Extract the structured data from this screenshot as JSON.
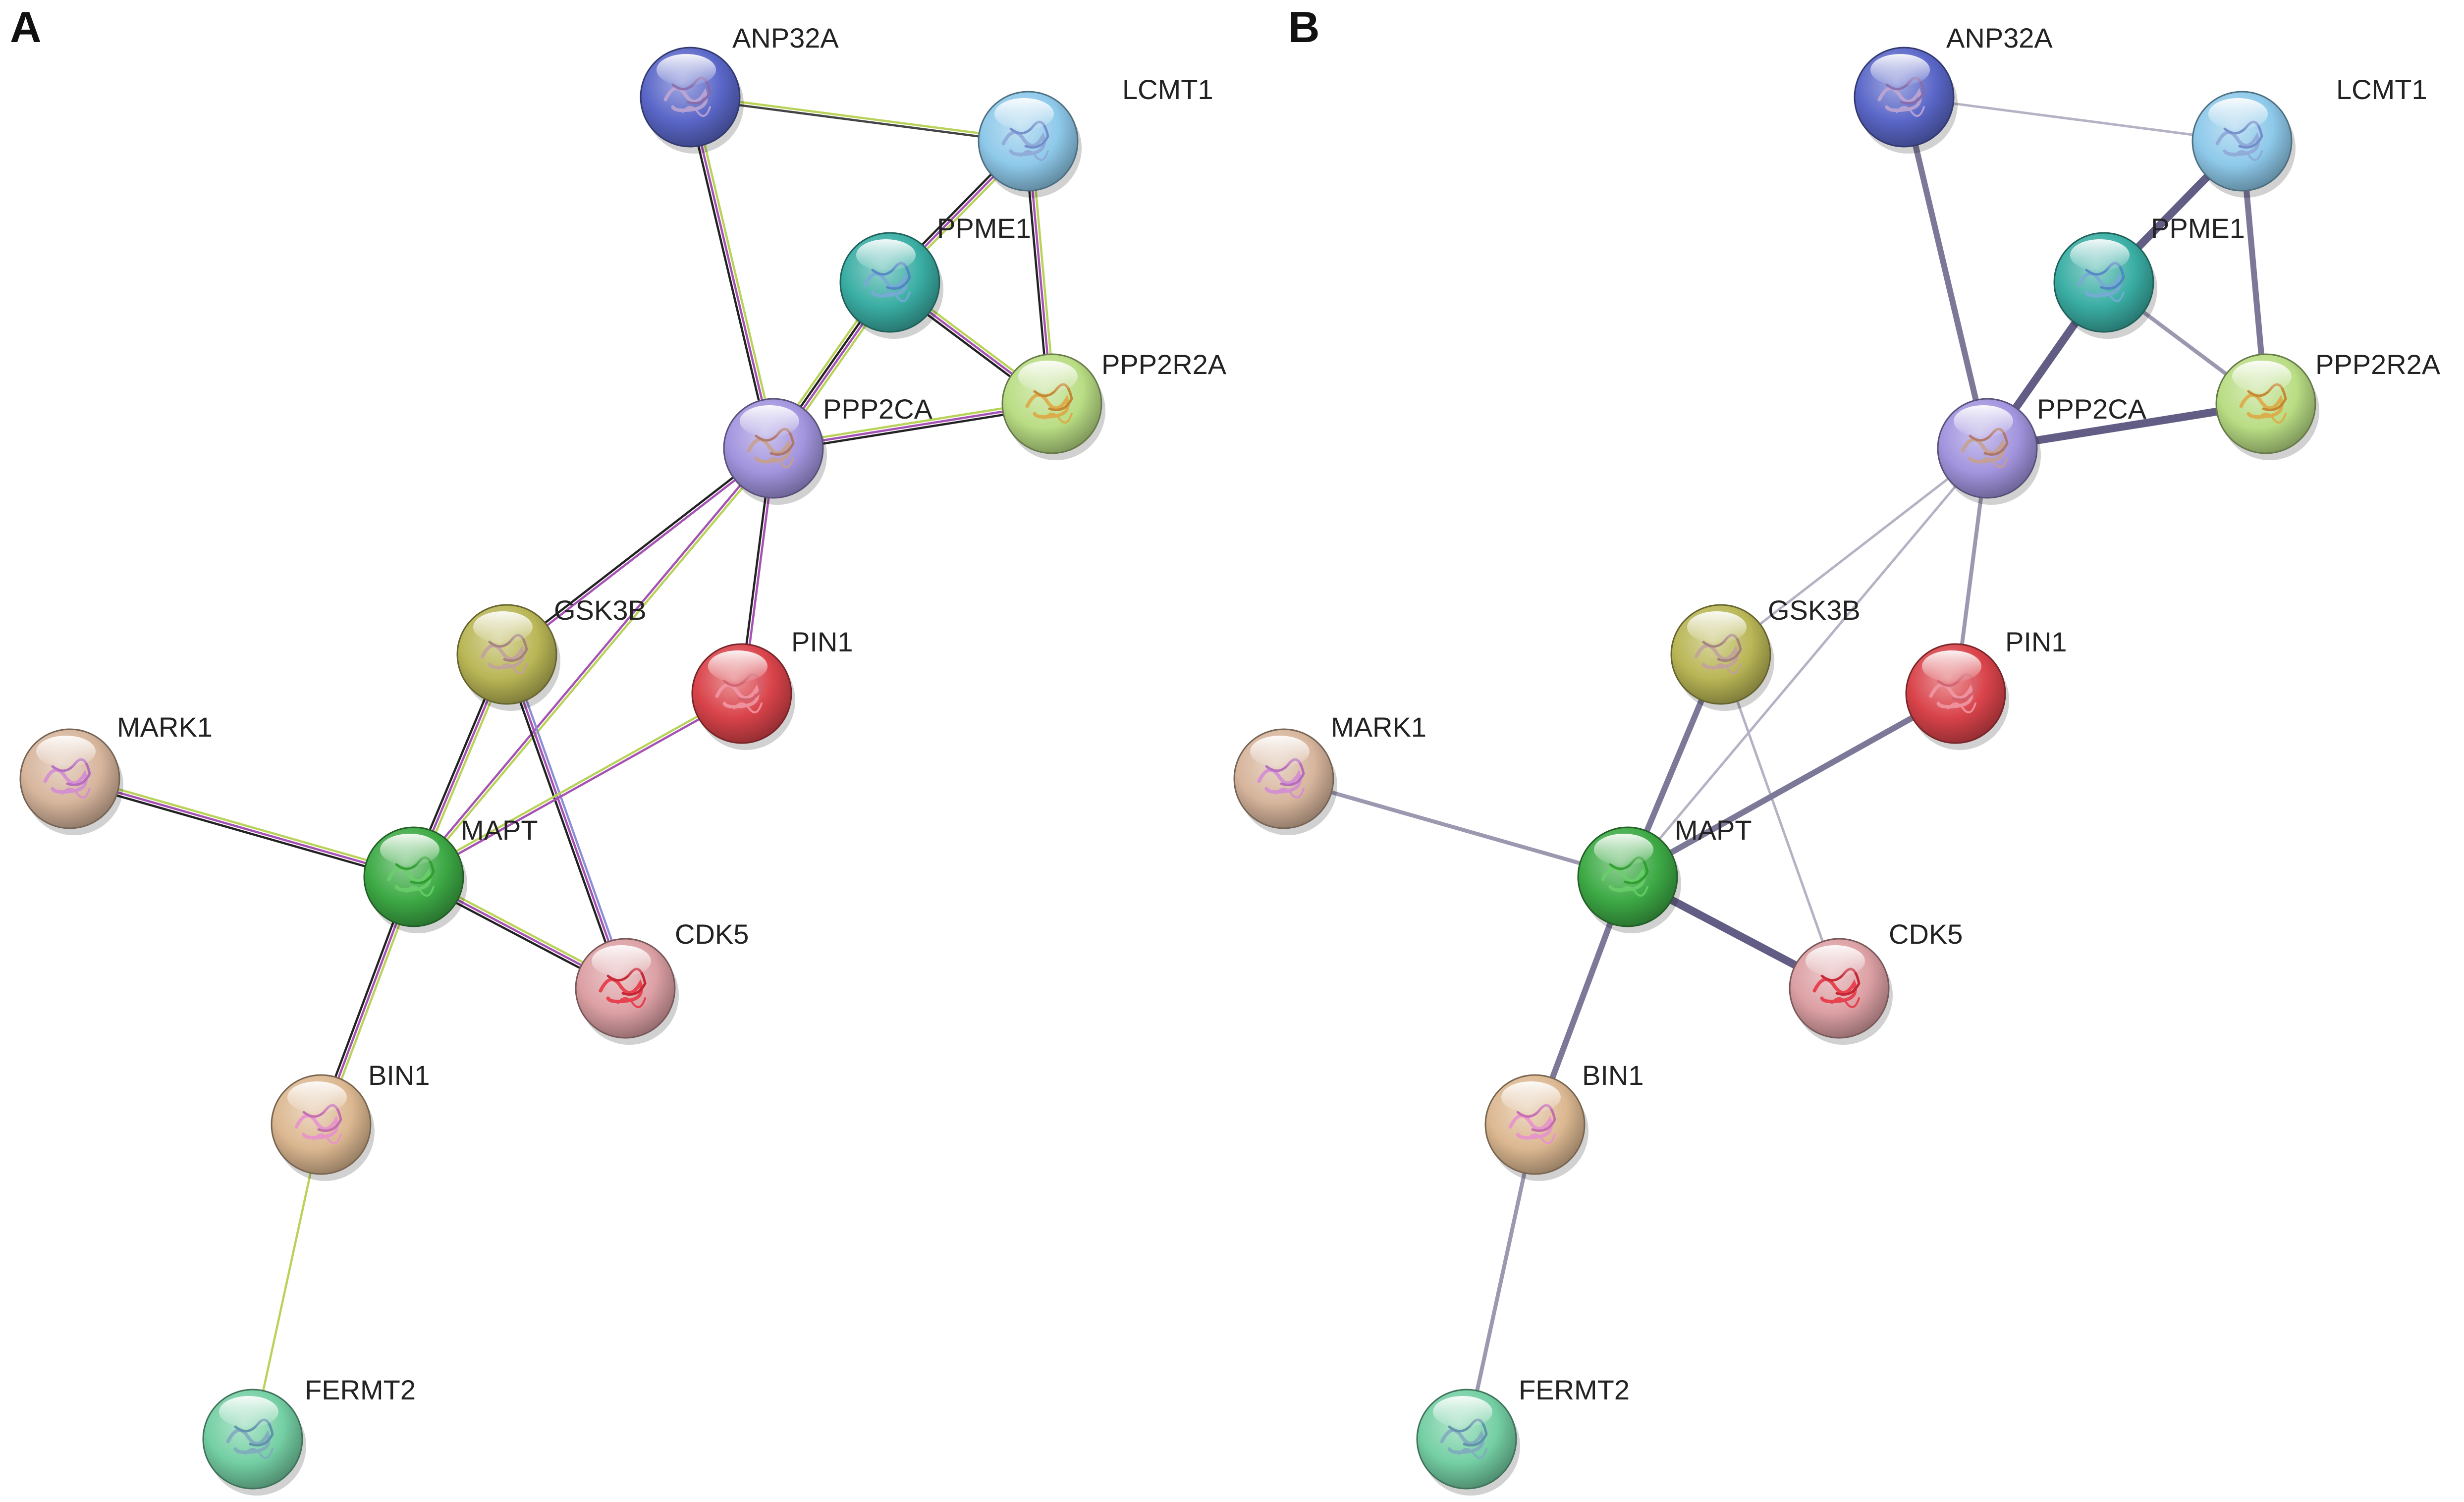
{
  "panels": [
    {
      "letter": "A",
      "edge_style": "evidence",
      "nodes": [
        {
          "id": "ANP32A",
          "label": "ANP32A",
          "color": "#5a67c8"
        },
        {
          "id": "LCMT1",
          "label": "LCMT1",
          "color": "#8ec9ea"
        },
        {
          "id": "PPME1",
          "label": "PPME1",
          "color": "#3aaea4"
        },
        {
          "id": "PPP2R2A",
          "label": "PPP2R2A",
          "color": "#b9dd84"
        },
        {
          "id": "PPP2CA",
          "label": "PPP2CA",
          "color": "#a294de"
        },
        {
          "id": "GSK3B",
          "label": "GSK3B",
          "color": "#b9b656"
        },
        {
          "id": "PIN1",
          "label": "PIN1",
          "color": "#d9434a"
        },
        {
          "id": "MARK1",
          "label": "MARK1",
          "color": "#d7b59c"
        },
        {
          "id": "MAPT",
          "label": "MAPT",
          "color": "#3daa45"
        },
        {
          "id": "CDK5",
          "label": "CDK5",
          "color": "#dca0a4"
        },
        {
          "id": "BIN1",
          "label": "BIN1",
          "color": "#dcb891"
        },
        {
          "id": "FERMT2",
          "label": "FERMT2",
          "color": "#74cfa4"
        }
      ],
      "edges": [
        {
          "source": "ANP32A",
          "target": "LCMT1",
          "channels": [
            "#b9d35a",
            "#444444"
          ]
        },
        {
          "source": "ANP32A",
          "target": "PPP2CA",
          "channels": [
            "#b9d35a",
            "#a652b4",
            "#222222"
          ]
        },
        {
          "source": "LCMT1",
          "target": "PPME1",
          "channels": [
            "#b9d35a",
            "#a652b4",
            "#222222"
          ]
        },
        {
          "source": "LCMT1",
          "target": "PPP2R2A",
          "channels": [
            "#b9d35a",
            "#a652b4",
            "#222222"
          ]
        },
        {
          "source": "PPME1",
          "target": "PPP2R2A",
          "channels": [
            "#b9d35a",
            "#a652b4",
            "#222222"
          ]
        },
        {
          "source": "PPME1",
          "target": "PPP2CA",
          "channels": [
            "#b9d35a",
            "#a652b4",
            "#222222",
            "#b9d35a"
          ]
        },
        {
          "source": "PPP2CA",
          "target": "PPP2R2A",
          "channels": [
            "#b9d35a",
            "#a652b4",
            "#222222"
          ]
        },
        {
          "source": "PPP2CA",
          "target": "GSK3B",
          "channels": [
            "#a652b4",
            "#222222"
          ]
        },
        {
          "source": "PPP2CA",
          "target": "MAPT",
          "channels": [
            "#b9d35a",
            "#a652b4"
          ]
        },
        {
          "source": "PPP2CA",
          "target": "PIN1",
          "channels": [
            "#a652b4",
            "#222222"
          ]
        },
        {
          "source": "GSK3B",
          "target": "MAPT",
          "channels": [
            "#b9d35a",
            "#a652b4",
            "#222222"
          ]
        },
        {
          "source": "GSK3B",
          "target": "CDK5",
          "channels": [
            "#8d8fd6",
            "#a652b4",
            "#222222"
          ]
        },
        {
          "source": "PIN1",
          "target": "MAPT",
          "channels": [
            "#a652b4",
            "#b9d35a"
          ]
        },
        {
          "source": "MARK1",
          "target": "MAPT",
          "channels": [
            "#b9d35a",
            "#a652b4",
            "#222222"
          ]
        },
        {
          "source": "MAPT",
          "target": "CDK5",
          "channels": [
            "#b9d35a",
            "#a652b4",
            "#222222"
          ]
        },
        {
          "source": "MAPT",
          "target": "BIN1",
          "channels": [
            "#b9d35a",
            "#a652b4",
            "#222222"
          ]
        },
        {
          "source": "BIN1",
          "target": "FERMT2",
          "channels": [
            "#b9d35a"
          ]
        }
      ]
    },
    {
      "letter": "B",
      "edge_style": "confidence",
      "nodes": [
        {
          "id": "ANP32A",
          "label": "ANP32A",
          "color": "#5a67c8"
        },
        {
          "id": "LCMT1",
          "label": "LCMT1",
          "color": "#8ec9ea"
        },
        {
          "id": "PPME1",
          "label": "PPME1",
          "color": "#3aaea4"
        },
        {
          "id": "PPP2R2A",
          "label": "PPP2R2A",
          "color": "#b9dd84"
        },
        {
          "id": "PPP2CA",
          "label": "PPP2CA",
          "color": "#a294de"
        },
        {
          "id": "GSK3B",
          "label": "GSK3B",
          "color": "#b9b656"
        },
        {
          "id": "PIN1",
          "label": "PIN1",
          "color": "#d9434a"
        },
        {
          "id": "MARK1",
          "label": "MARK1",
          "color": "#d7b59c"
        },
        {
          "id": "MAPT",
          "label": "MAPT",
          "color": "#3daa45"
        },
        {
          "id": "CDK5",
          "label": "CDK5",
          "color": "#dca0a4"
        },
        {
          "id": "BIN1",
          "label": "BIN1",
          "color": "#dcb891"
        },
        {
          "id": "FERMT2",
          "label": "FERMT2",
          "color": "#74cfa4"
        }
      ],
      "edges": [
        {
          "source": "ANP32A",
          "target": "LCMT1",
          "strength": 1
        },
        {
          "source": "ANP32A",
          "target": "PPP2CA",
          "strength": 3
        },
        {
          "source": "LCMT1",
          "target": "PPME1",
          "strength": 4
        },
        {
          "source": "LCMT1",
          "target": "PPP2R2A",
          "strength": 3
        },
        {
          "source": "PPME1",
          "target": "PPP2R2A",
          "strength": 2
        },
        {
          "source": "PPME1",
          "target": "PPP2CA",
          "strength": 4
        },
        {
          "source": "PPP2CA",
          "target": "PPP2R2A",
          "strength": 4
        },
        {
          "source": "PPP2CA",
          "target": "GSK3B",
          "strength": 1
        },
        {
          "source": "PPP2CA",
          "target": "MAPT",
          "strength": 1
        },
        {
          "source": "PPP2CA",
          "target": "PIN1",
          "strength": 2
        },
        {
          "source": "GSK3B",
          "target": "MAPT",
          "strength": 3
        },
        {
          "source": "GSK3B",
          "target": "CDK5",
          "strength": 1
        },
        {
          "source": "PIN1",
          "target": "MAPT",
          "strength": 3
        },
        {
          "source": "MARK1",
          "target": "MAPT",
          "strength": 2
        },
        {
          "source": "MAPT",
          "target": "CDK5",
          "strength": 4
        },
        {
          "source": "MAPT",
          "target": "BIN1",
          "strength": 3
        },
        {
          "source": "BIN1",
          "target": "FERMT2",
          "strength": 2
        }
      ]
    }
  ]
}
